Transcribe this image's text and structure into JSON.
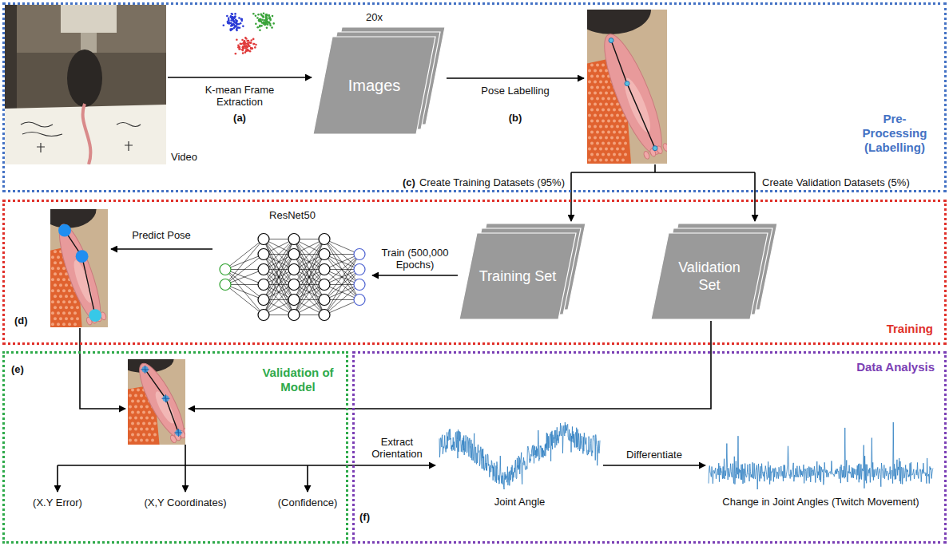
{
  "diagram": {
    "nodes": [
      {
        "text": [
          "Pre-Processing (Labelling)"
        ]
      },
      {
        "text": [
          "Video"
        ],
        "in": 0
      },
      {
        "text": [
          "20x",
          "Images"
        ],
        "in": 0
      },
      {
        "text": [
          "Training"
        ]
      },
      {
        "text": [
          "ResNet50"
        ],
        "in": 3
      },
      {
        "text": [
          "Training Set"
        ],
        "in": 3
      },
      {
        "text": [
          "Validation Set"
        ],
        "in": 3
      },
      {
        "text": [
          "Validation of Model"
        ]
      },
      {
        "text": [
          "Data Analysis"
        ]
      },
      {
        "text": [
          "Joint Angle"
        ],
        "in": 8
      },
      {
        "text": [
          "Change in Joint Angles (Twitch Movement)"
        ],
        "in": 8
      }
    ],
    "edges": [
      {
        "from": 1,
        "to": 2,
        "arrow": "to",
        "label": "K-mean Frame Extraction"
      },
      {
        "from": 5,
        "to": 4,
        "arrow": "to",
        "label": "Train (500,000 Epochs)"
      },
      {
        "from": 9,
        "to": 10,
        "arrow": "to",
        "label": "Differentiate"
      }
    ],
    "labels": [
      "(a)",
      "Pose Labelling",
      "(b)",
      "(c)",
      "Create Training Datasets (95%)",
      "Create Validation Datasets (5%)",
      "Predict Pose",
      "(d)",
      "(e)",
      "(X.Y Error)",
      "(X,Y Coordinates)",
      "(Confidence)",
      "Extract Orientation",
      "(f)"
    ]
  }
}
